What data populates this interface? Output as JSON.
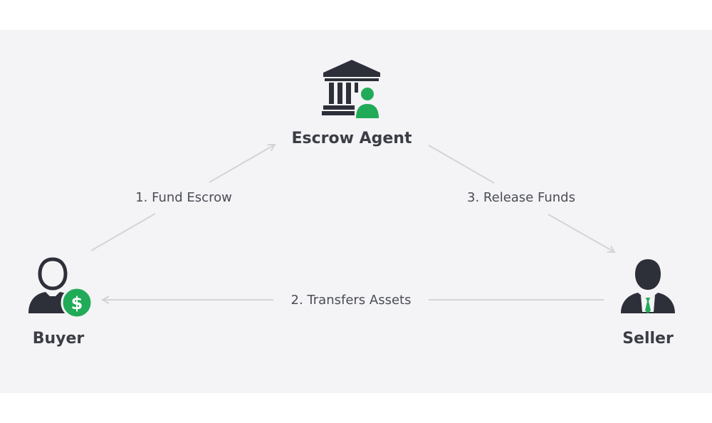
{
  "nodes": {
    "escrow_agent": {
      "label": "Escrow Agent",
      "icon": "bank-with-person-icon"
    },
    "buyer": {
      "label": "Buyer",
      "icon": "person-with-dollar-icon"
    },
    "seller": {
      "label": "Seller",
      "icon": "businessman-icon"
    }
  },
  "edges": {
    "fund_escrow": {
      "label": "1. Fund Escrow"
    },
    "transfers_assets": {
      "label": "2. Transfers Assets"
    },
    "release_funds": {
      "label": "3. Release Funds"
    }
  },
  "colors": {
    "icon_dark": "#2d3038",
    "accent_green": "#21ab58",
    "arrow_gray": "#d4d4d8",
    "background": "#f4f3f6"
  }
}
